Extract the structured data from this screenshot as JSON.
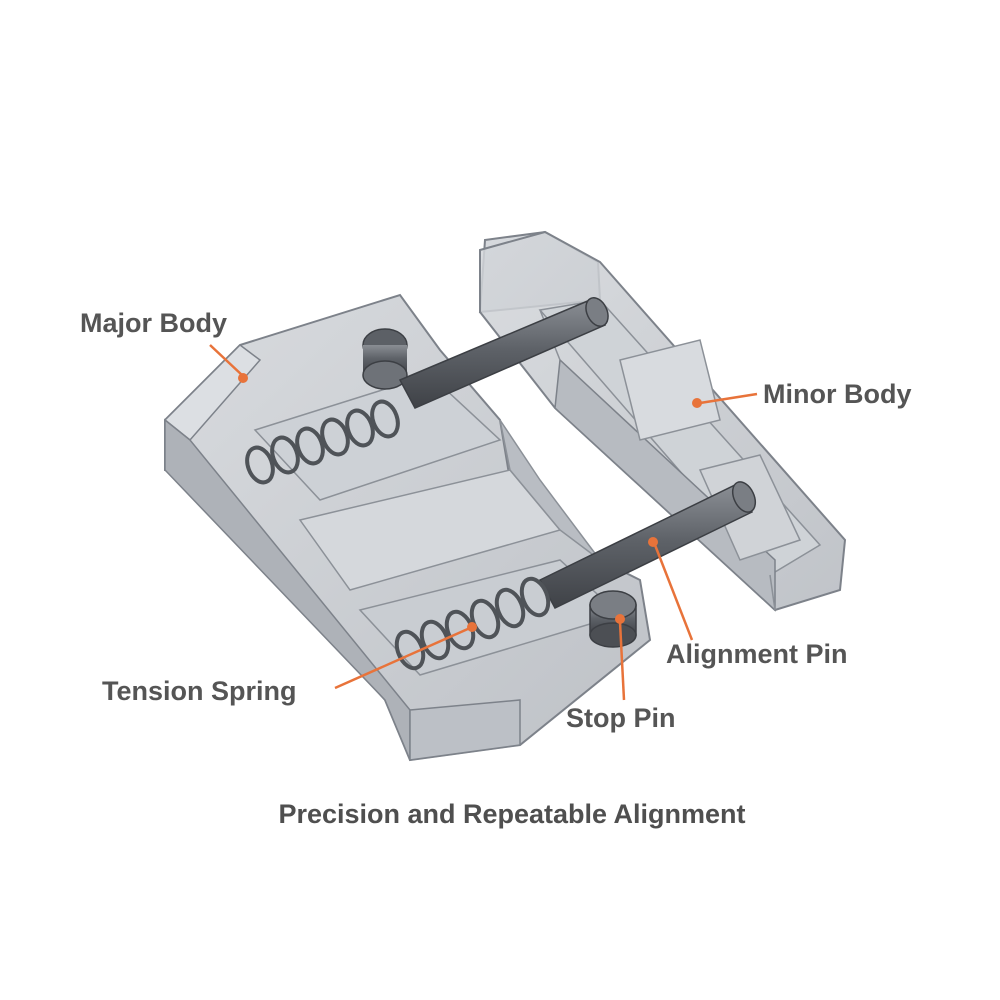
{
  "diagram": {
    "caption": "Precision and Repeatable Alignment",
    "labels": {
      "major_body": "Major Body",
      "minor_body": "Minor Body",
      "alignment_pin": "Alignment Pin",
      "tension_spring": "Tension Spring",
      "stop_pin": "Stop Pin"
    },
    "colors": {
      "leader": "#e8733a",
      "body_fill": "#c3c7cc",
      "body_stroke": "#7d828a",
      "pin": "#6a6e74",
      "text": "#555555"
    }
  }
}
